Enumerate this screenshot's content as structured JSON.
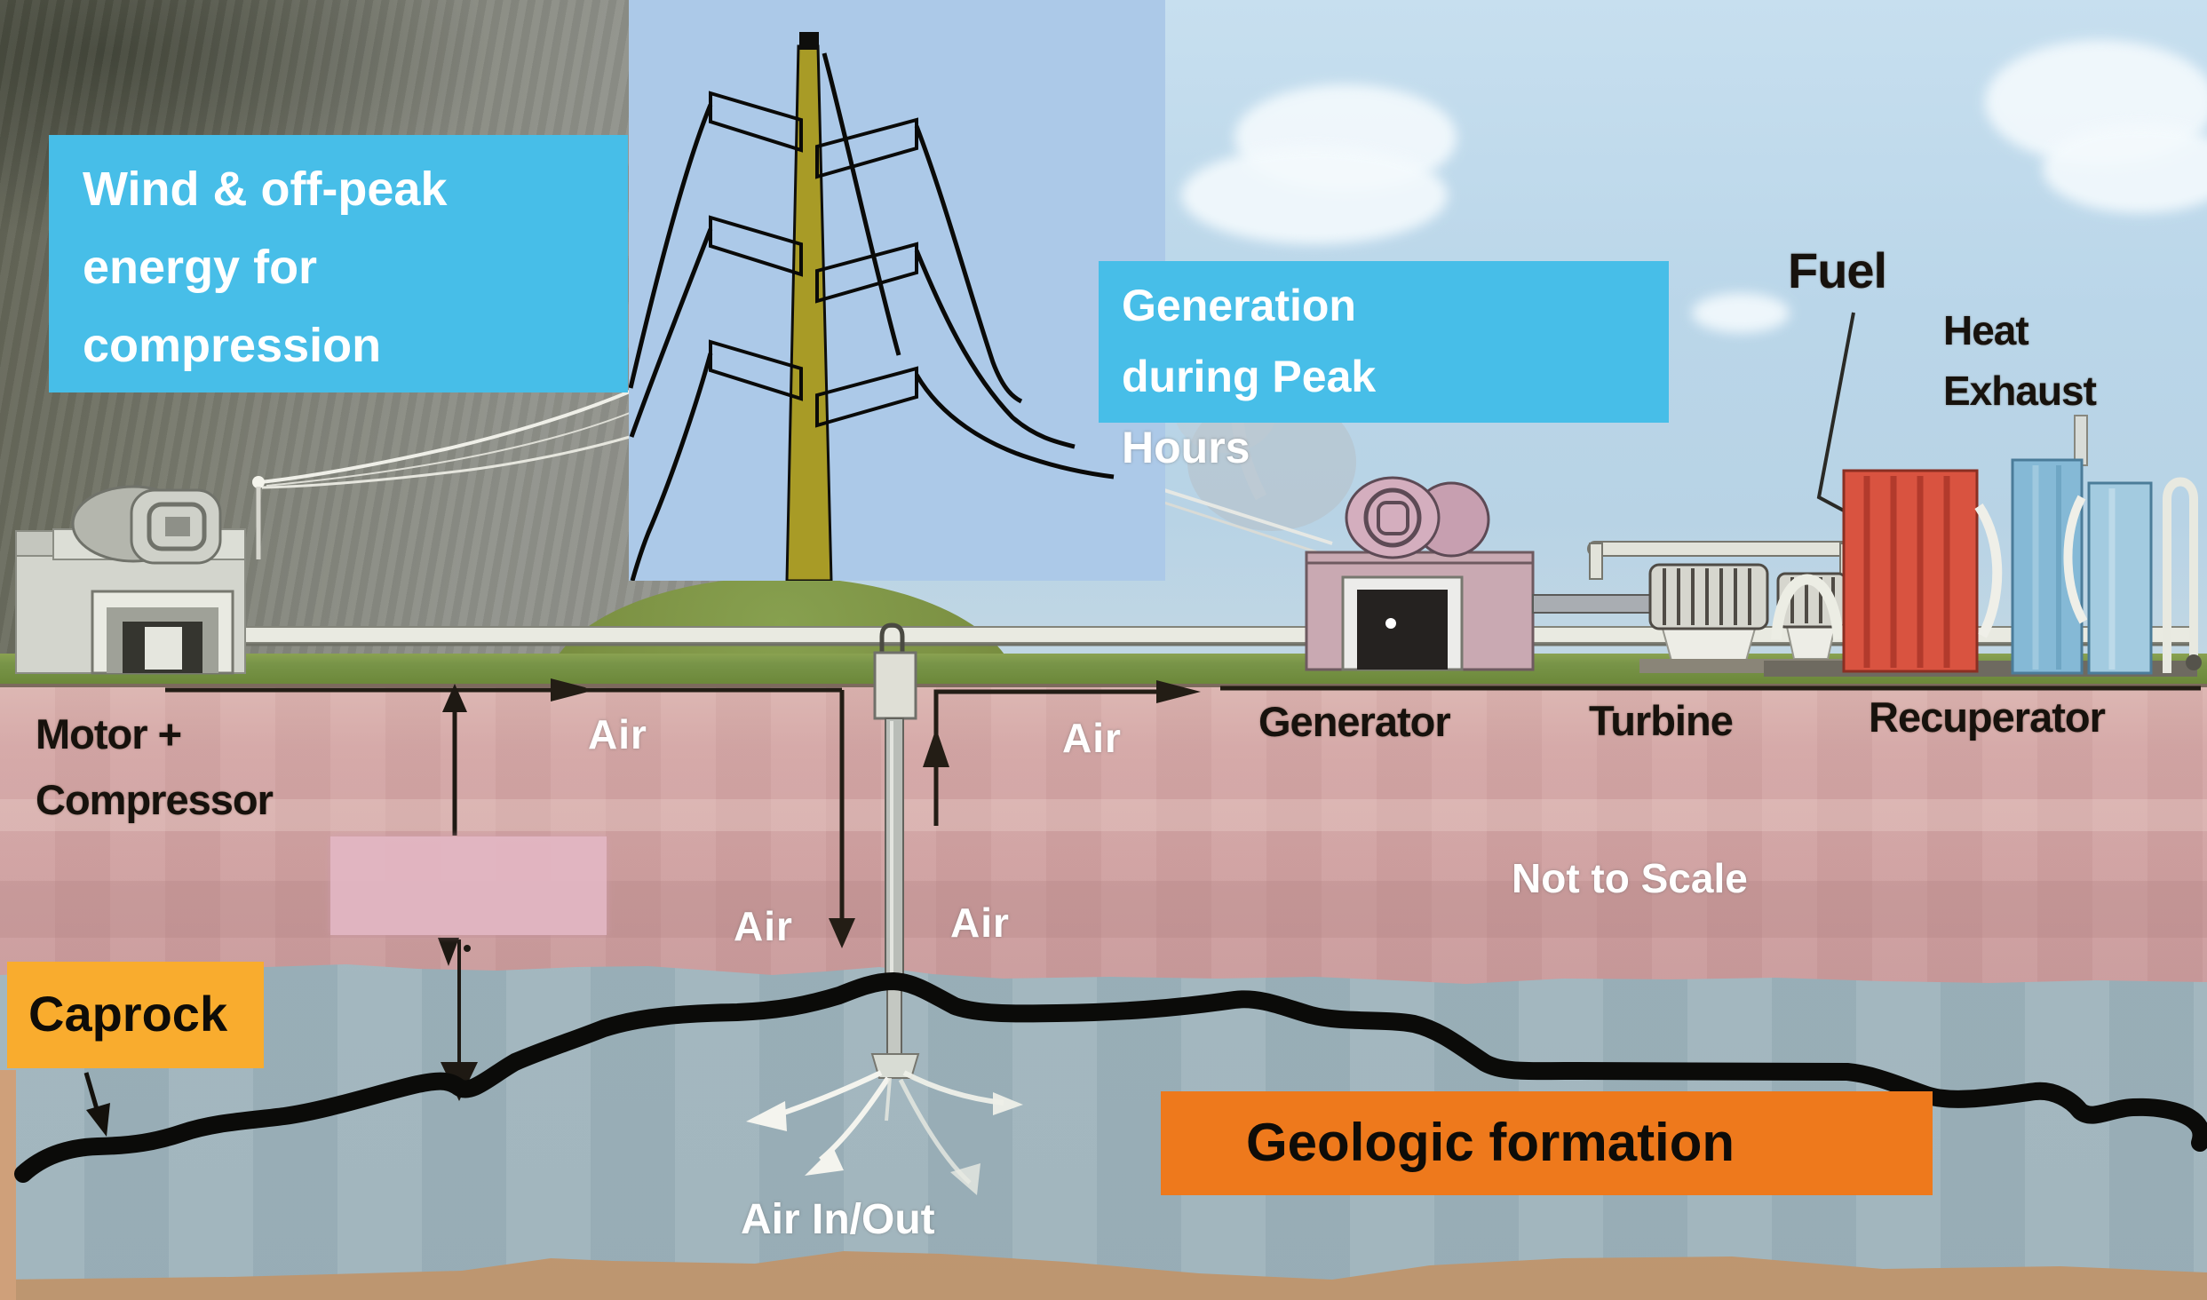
{
  "labels": {
    "wind": {
      "l1": "Wind & off-peak",
      "l2": "energy for",
      "l3": "compression"
    },
    "generation": {
      "l1": "Generation",
      "l2": "during Peak",
      "l3": "Hours"
    },
    "fuel": "Fuel",
    "heat": {
      "l1": "Heat",
      "l2": "Exhaust"
    },
    "motor": {
      "l1": "Motor +",
      "l2": "Compressor"
    },
    "air": "Air",
    "generator": "Generator",
    "turbine": "Turbine",
    "recuperator": "Recuperator",
    "not_to_scale": "Not to Scale",
    "caprock": "Caprock",
    "geologic": "Geologic formation",
    "air_in_out": "Air In/Out"
  },
  "colors": {
    "label_cyan": "#47BEE8",
    "caprock_orange": "#F9AC2E",
    "geologic_orange": "#EE791C",
    "inset_sky": "#ACC9E8",
    "sky": "#BCD7E9",
    "pole_olive": "#A89B26",
    "pink_band": "#D2A4A4",
    "pink_box": "#E3B7C4",
    "formation_bluegray": "#9FB4BE",
    "ground_green": "#7C9143",
    "bottom_tan": "#C49E79",
    "line_black": "#1C1812",
    "text_white": "#FFFFFF",
    "text_black": "#17120D"
  }
}
